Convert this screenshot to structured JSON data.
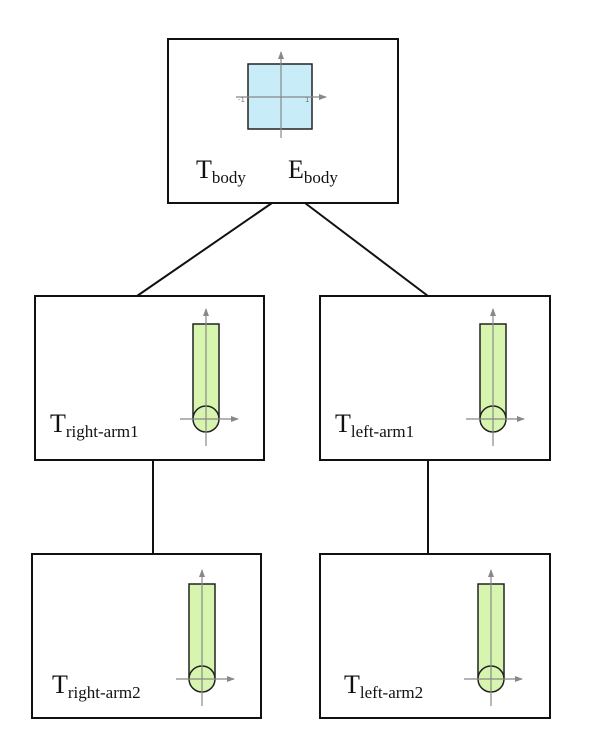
{
  "nodes": {
    "body": {
      "label_main": "T",
      "label_sub": "body",
      "second_main": "E",
      "second_sub": "body"
    },
    "right_arm1": {
      "label_main": "T",
      "label_sub": "right-arm1"
    },
    "left_arm1": {
      "label_main": "T",
      "label_sub": "left-arm1"
    },
    "right_arm2": {
      "label_main": "T",
      "label_sub": "right-arm2"
    },
    "left_arm2": {
      "label_main": "T",
      "label_sub": "left-arm2"
    }
  },
  "body_axis_ticks": {
    "neg": "-1",
    "pos": "1"
  },
  "colors": {
    "box_stroke": "#111111",
    "square_fill": "#c8ecf8",
    "limb_fill": "#d8f5b0",
    "axis": "#888888"
  }
}
